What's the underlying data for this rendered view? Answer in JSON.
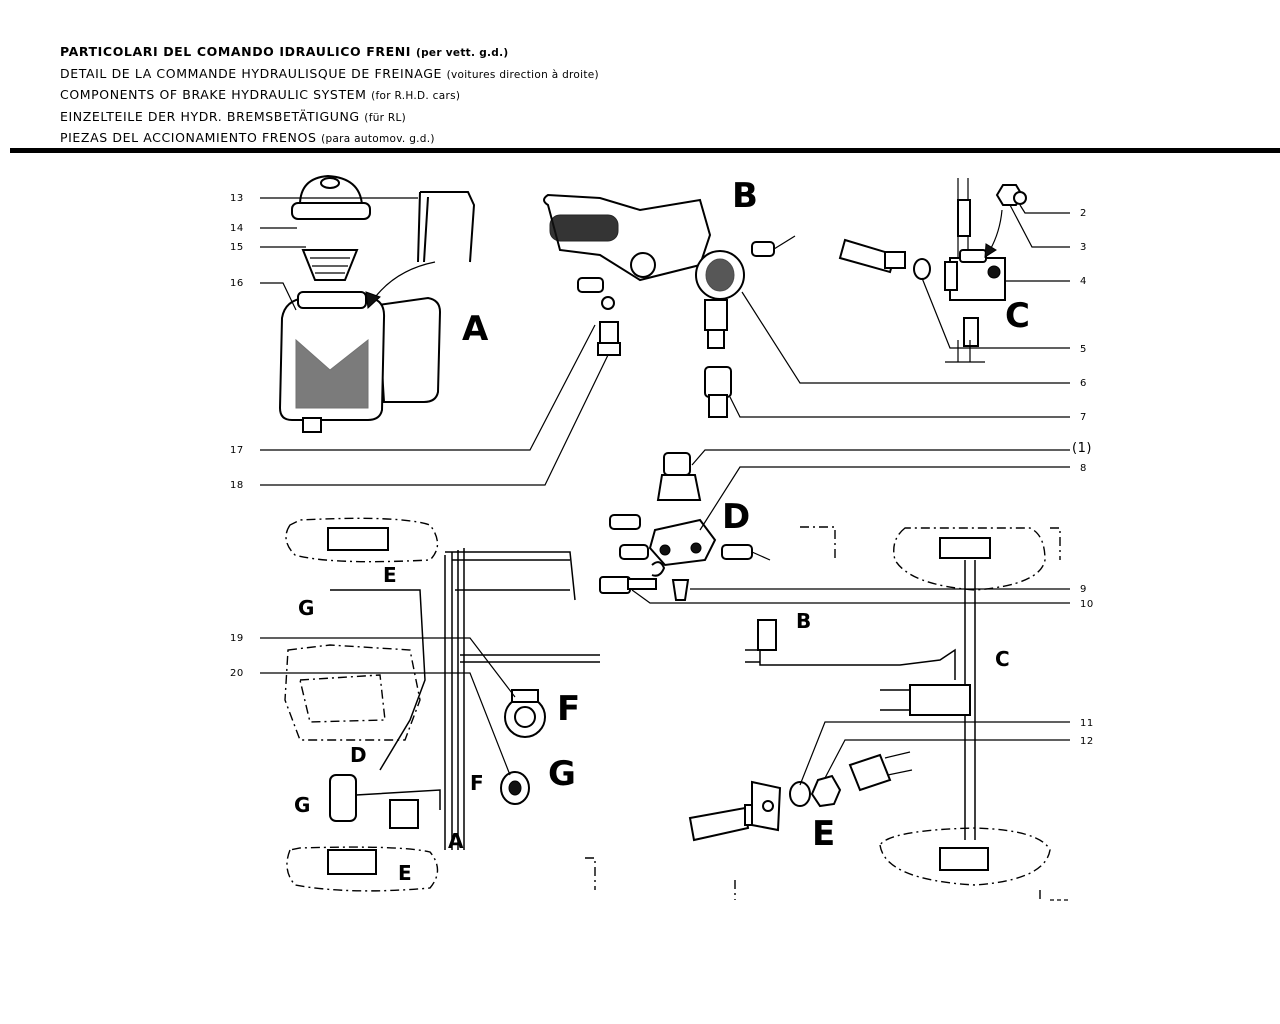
{
  "header": {
    "lines": [
      {
        "main": "PARTICOLARI DEL COMANDO IDRAULICO FRENI",
        "sub": "(per vett. g.d.)"
      },
      {
        "main": "DETAIL DE LA COMMANDE HYDRAULISQUE DE FREINAGE",
        "sub": "(voitures direction à droite)"
      },
      {
        "main": "COMPONENTS OF BRAKE HYDRAULIC SYSTEM",
        "sub": "(for R.H.D. cars)"
      },
      {
        "main": "EINZELTEILE DER HYDR. BREMSBETÄTIGUNG",
        "sub": "(für RL)"
      },
      {
        "main": "PIEZAS DEL ACCIONAMIENTO FRENOS",
        "sub": "(para automov. g.d.)"
      }
    ]
  },
  "groups": {
    "A": "A",
    "B": "B",
    "C": "C",
    "D": "D",
    "E": "E",
    "F": "F",
    "G": "G"
  },
  "callouts": {
    "n1": "(1)",
    "n2": "2",
    "n3": "3",
    "n4": "4",
    "n5": "5",
    "n6": "6",
    "n7": "7",
    "n8": "8",
    "n9": "9",
    "n10": "10",
    "n11": "11",
    "n12": "12",
    "n13": "13",
    "n14": "14",
    "n15": "15",
    "n16": "16",
    "n17": "17",
    "n18": "18",
    "n19": "19",
    "n20": "20"
  },
  "icons": [
    "reservoir-icon",
    "pressure-valve-icon",
    "four-way-union-icon",
    "switch-icon",
    "clip-icon",
    "grommet-icon"
  ]
}
